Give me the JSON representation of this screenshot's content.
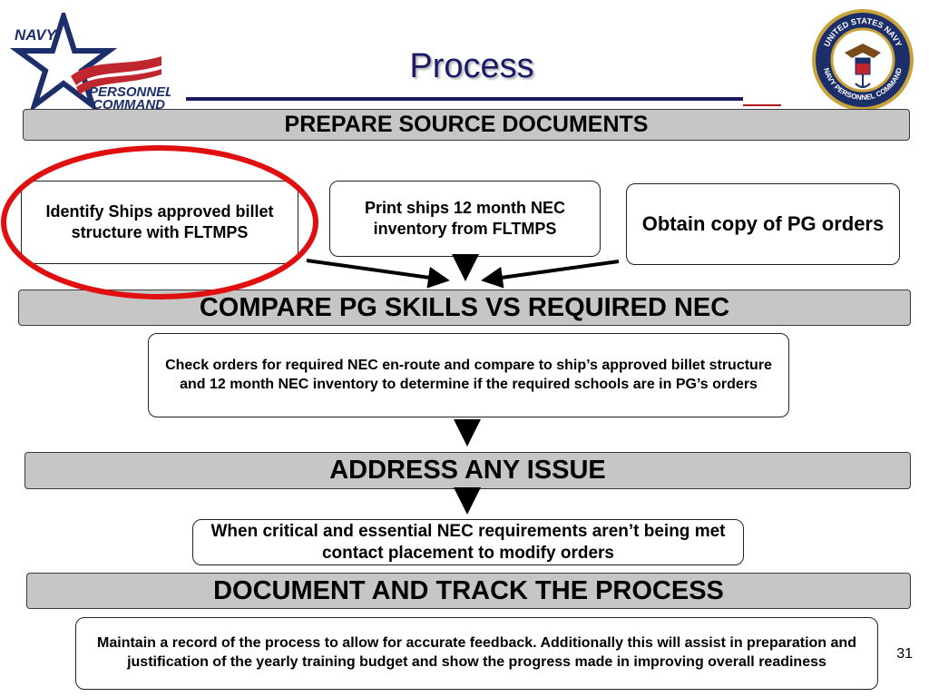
{
  "header": {
    "title": "Process",
    "logo_left": {
      "line1": "NAVY",
      "line2": "PERSONNEL",
      "line3": "COMMAND"
    },
    "seal_right": {
      "ring_top": "UNITED STATES NAVY",
      "ring_bottom": "NAVY PERSONNEL COMMAND"
    }
  },
  "sections": [
    {
      "label": "PREPARE SOURCE DOCUMENTS"
    },
    {
      "label": "COMPARE PG SKILLS VS REQUIRED NEC"
    },
    {
      "label": "ADDRESS ANY ISSUE"
    },
    {
      "label": "DOCUMENT AND TRACK THE PROCESS"
    }
  ],
  "boxes": {
    "identify": "Identify Ships approved billet structure with FLTMPS",
    "print": "Print ships 12 month NEC inventory from FLTMPS",
    "obtain": "Obtain copy of PG orders",
    "check": "Check orders for required NEC en-route and compare to ship’s approved billet structure and 12 month NEC inventory to determine if the required schools are in PG’s orders",
    "critical": "When critical and essential NEC requirements aren’t being met contact placement to modify orders",
    "maintain": "Maintain a record of the process to allow for accurate feedback.  Additionally this will assist in preparation and justification of the yearly training budget and show the progress made in improving overall readiness"
  },
  "page_number": "31",
  "colors": {
    "title": "#1a1a66",
    "bar_fill": "#c6c6c6",
    "highlight_circle": "#e01010"
  }
}
